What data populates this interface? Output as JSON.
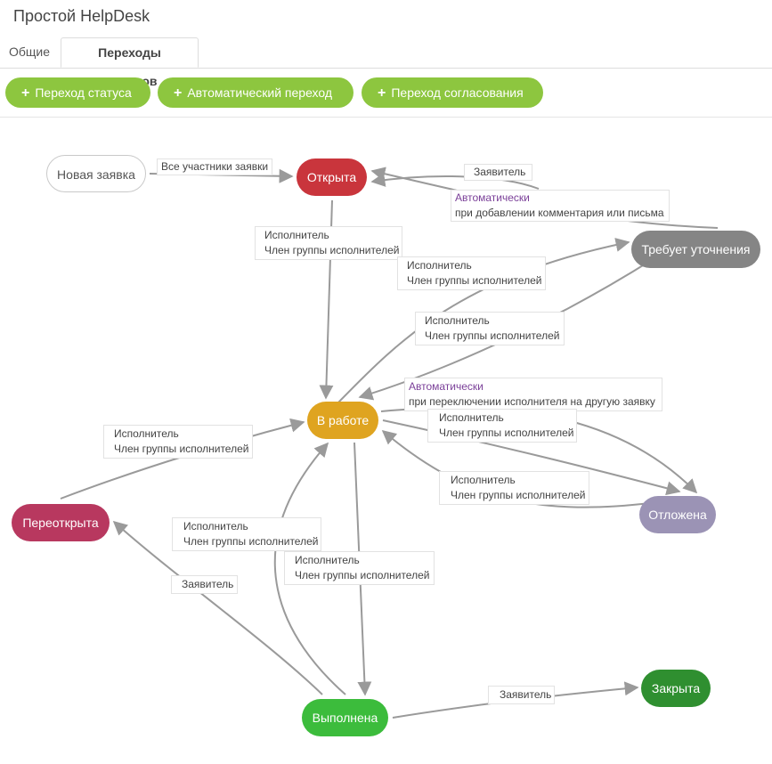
{
  "app": {
    "title": "Простой HelpDesk"
  },
  "tabs": [
    {
      "label": "Общие"
    },
    {
      "label": "Переходы статусов"
    }
  ],
  "toolbar": {
    "add_status_transition": "Переход статуса",
    "add_auto_transition": "Автоматический переход",
    "add_approval_transition": "Переход согласования"
  },
  "colors": {
    "accent": "#8dc63f",
    "edge": "#9a9a9a",
    "new": "#ffffff",
    "open": "#c9353c",
    "clarify": "#858585",
    "in_work": "#dfa420",
    "reopened": "#b8385f",
    "postponed": "#9b93b5",
    "done": "#3cbc3c",
    "closed": "#2f8f30"
  },
  "statuses": {
    "new": "Новая заявка",
    "open": "Открыта",
    "clarify": "Требует уточнения",
    "in_work": "В работе",
    "reopened": "Переоткрыта",
    "postponed": "Отложена",
    "done": "Выполнена",
    "closed": "Закрыта"
  },
  "labels": {
    "all_participants": "Все участники заявки",
    "requester": "Заявитель",
    "executor": "Исполнитель",
    "executor_group": "Член группы исполнителей",
    "auto": "Автоматически",
    "auto_on_comment": "при добавлении комментария или письма",
    "auto_on_switch": "при переключении исполнителя на другую заявку"
  }
}
